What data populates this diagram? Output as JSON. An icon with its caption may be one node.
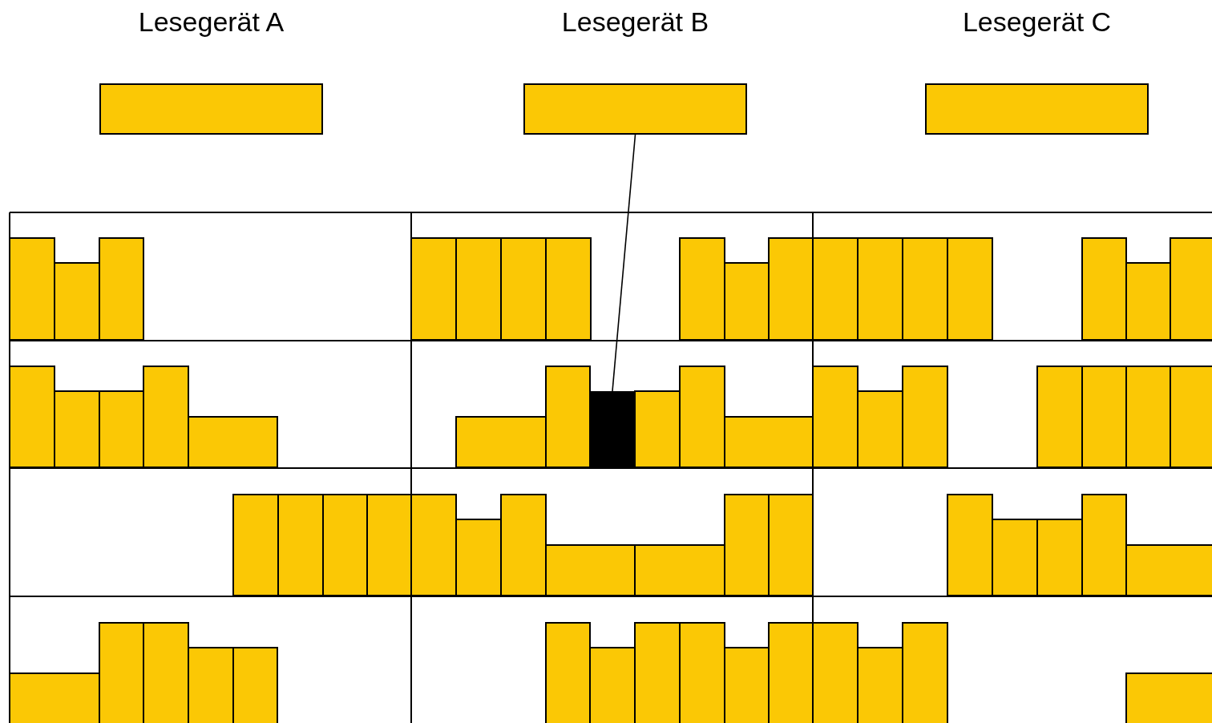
{
  "diagram": {
    "nodes": [
      {
        "text": [
          "Lesegerät A"
        ]
      },
      {
        "text": [
          "Lesegerät B"
        ]
      },
      {
        "text": [
          "Lesegerät C"
        ]
      },
      {
        "text": [],
        "shape": "box"
      }
    ],
    "edges": [
      {
        "from": 1,
        "to": 3,
        "arrow": "none"
      }
    ]
  }
}
